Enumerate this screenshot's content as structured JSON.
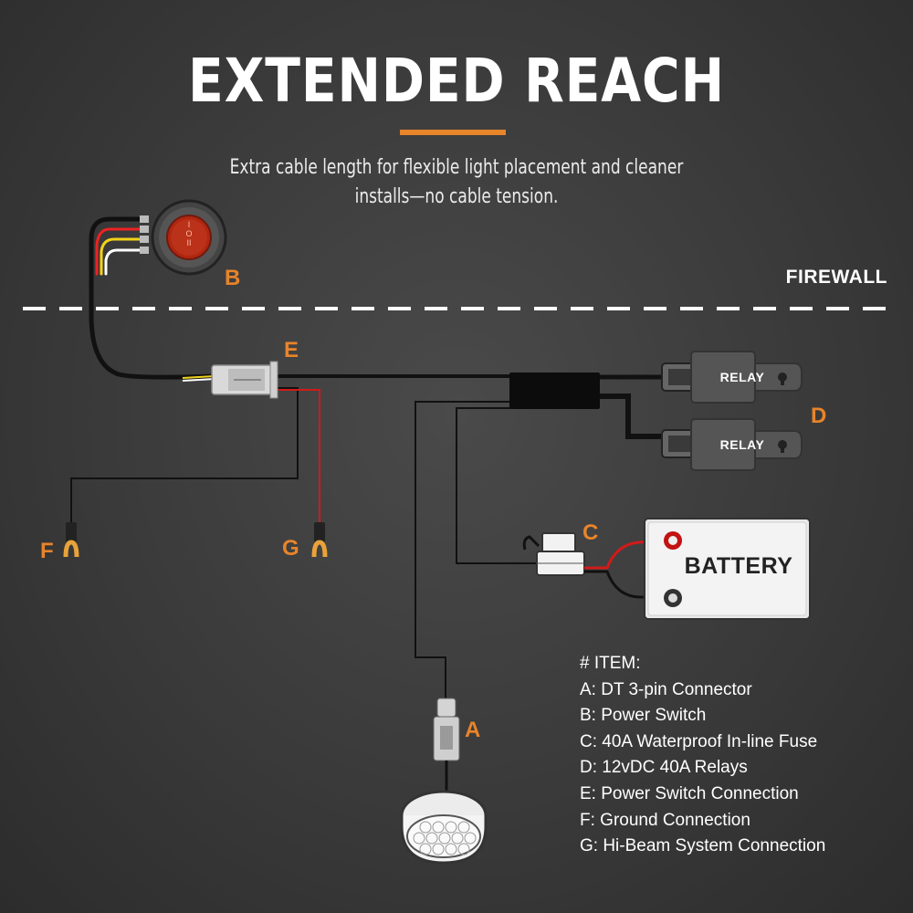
{
  "header": {
    "title": "EXTENDED REACH",
    "subtitle_line1": "Extra cable length for flexible light placement and cleaner",
    "subtitle_line2": "installs—no cable tension."
  },
  "firewall": {
    "label": "FIREWALL"
  },
  "components": {
    "a": "A",
    "b": "B",
    "c": "C",
    "d": "D",
    "e": "E",
    "f": "F",
    "g": "G"
  },
  "relay": {
    "label": "RELAY"
  },
  "battery": {
    "label": "BATTERY"
  },
  "switch": {
    "on_mark": "I",
    "off_mark": "O",
    "alt_mark": "II"
  },
  "legend": {
    "heading": "# ITEM:",
    "items": [
      "A: DT 3-pin Connector",
      "B: Power Switch",
      "C: 40A Waterproof In-line Fuse",
      "D: 12vDC 40A Relays",
      "E: Power Switch Connection",
      "F: Ground Connection",
      "G: Hi-Beam System Connection"
    ]
  },
  "colors": {
    "accent": "#e8842a",
    "wire_black": "#141414",
    "wire_red": "#d11a1a",
    "wire_yellow": "#f2d21a",
    "switch_red": "#a52414"
  }
}
